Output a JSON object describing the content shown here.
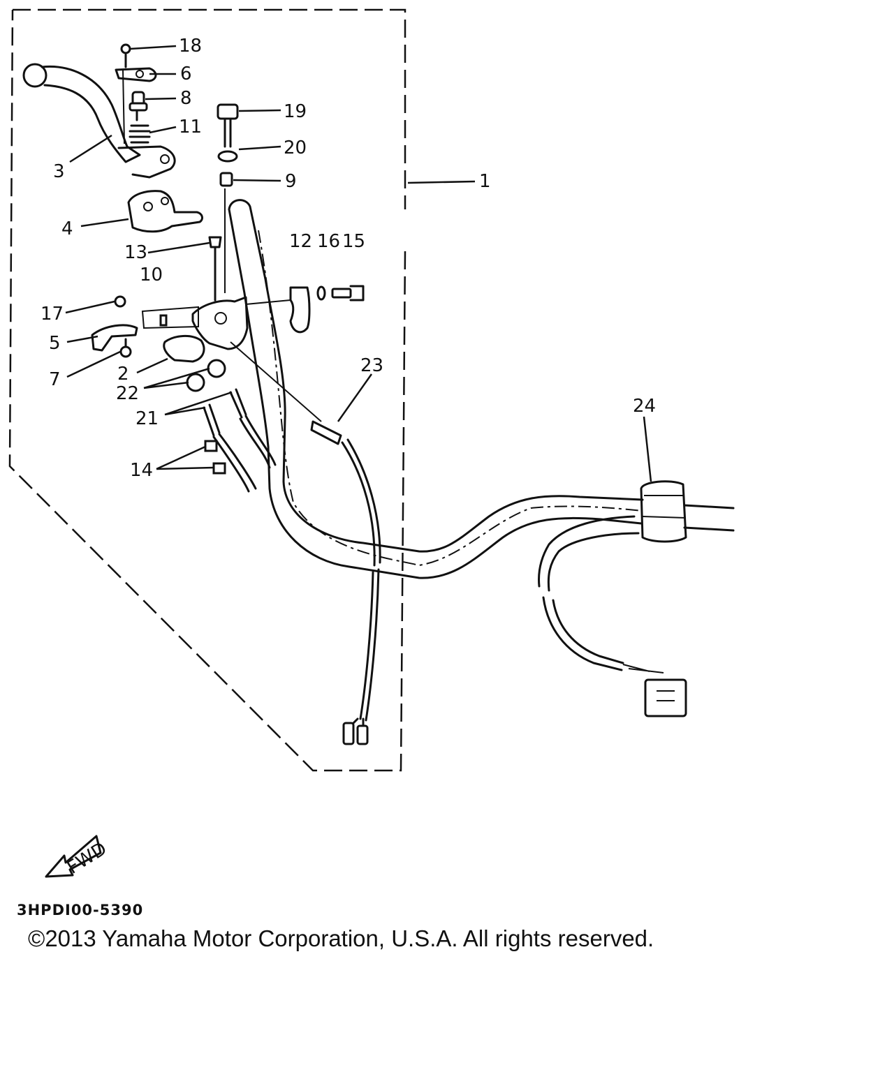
{
  "diagram": {
    "callouts": [
      {
        "id": "c1",
        "text": "1"
      },
      {
        "id": "c2",
        "text": "2"
      },
      {
        "id": "c3",
        "text": "3"
      },
      {
        "id": "c4",
        "text": "4"
      },
      {
        "id": "c5",
        "text": "5"
      },
      {
        "id": "c6",
        "text": "6"
      },
      {
        "id": "c7",
        "text": "7"
      },
      {
        "id": "c8",
        "text": "8"
      },
      {
        "id": "c9",
        "text": "9"
      },
      {
        "id": "c10",
        "text": "10"
      },
      {
        "id": "c11",
        "text": "11"
      },
      {
        "id": "c12",
        "text": "12"
      },
      {
        "id": "c13",
        "text": "13"
      },
      {
        "id": "c14",
        "text": "14"
      },
      {
        "id": "c15",
        "text": "15"
      },
      {
        "id": "c16",
        "text": "16"
      },
      {
        "id": "c17",
        "text": "17"
      },
      {
        "id": "c18",
        "text": "18"
      },
      {
        "id": "c19",
        "text": "19"
      },
      {
        "id": "c20",
        "text": "20"
      },
      {
        "id": "c21",
        "text": "21"
      },
      {
        "id": "c22",
        "text": "22"
      },
      {
        "id": "c23",
        "text": "23"
      },
      {
        "id": "c24",
        "text": "24"
      }
    ],
    "fwd_label": "FWD"
  },
  "footer": {
    "part_code": "3HPDI00-5390",
    "copyright": "©2013 Yamaha Motor Corporation, U.S.A. All rights reserved."
  }
}
